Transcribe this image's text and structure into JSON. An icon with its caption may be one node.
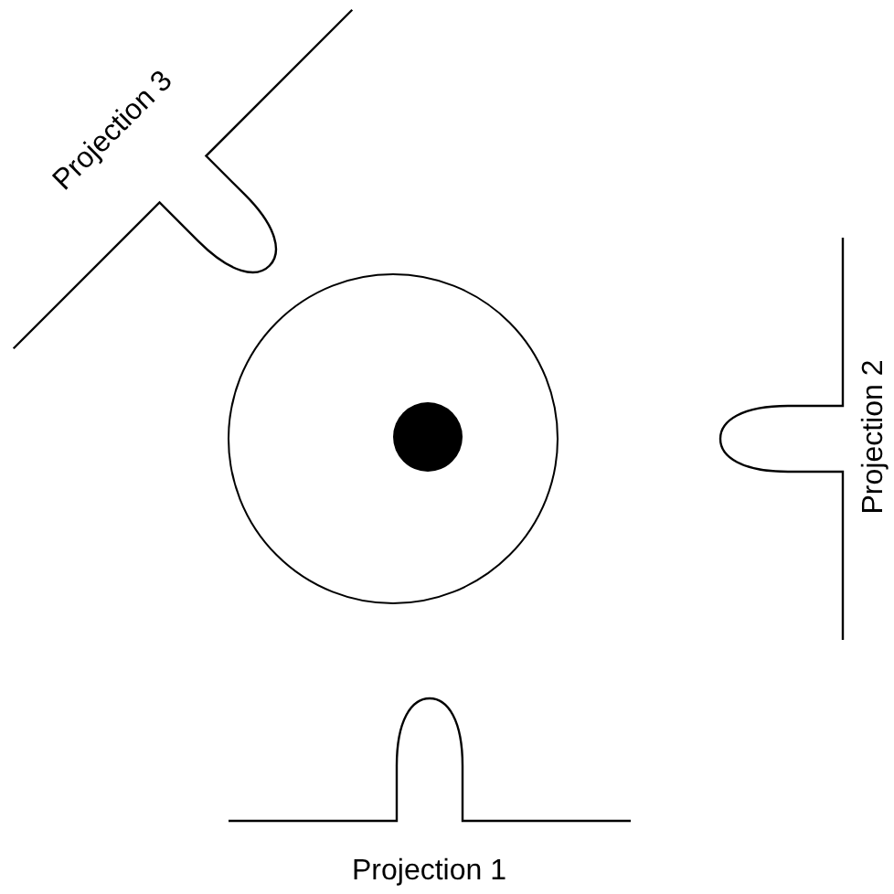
{
  "diagram": {
    "labels": [
      "Projection 3",
      "Projection 2",
      "Projection 1"
    ]
  }
}
